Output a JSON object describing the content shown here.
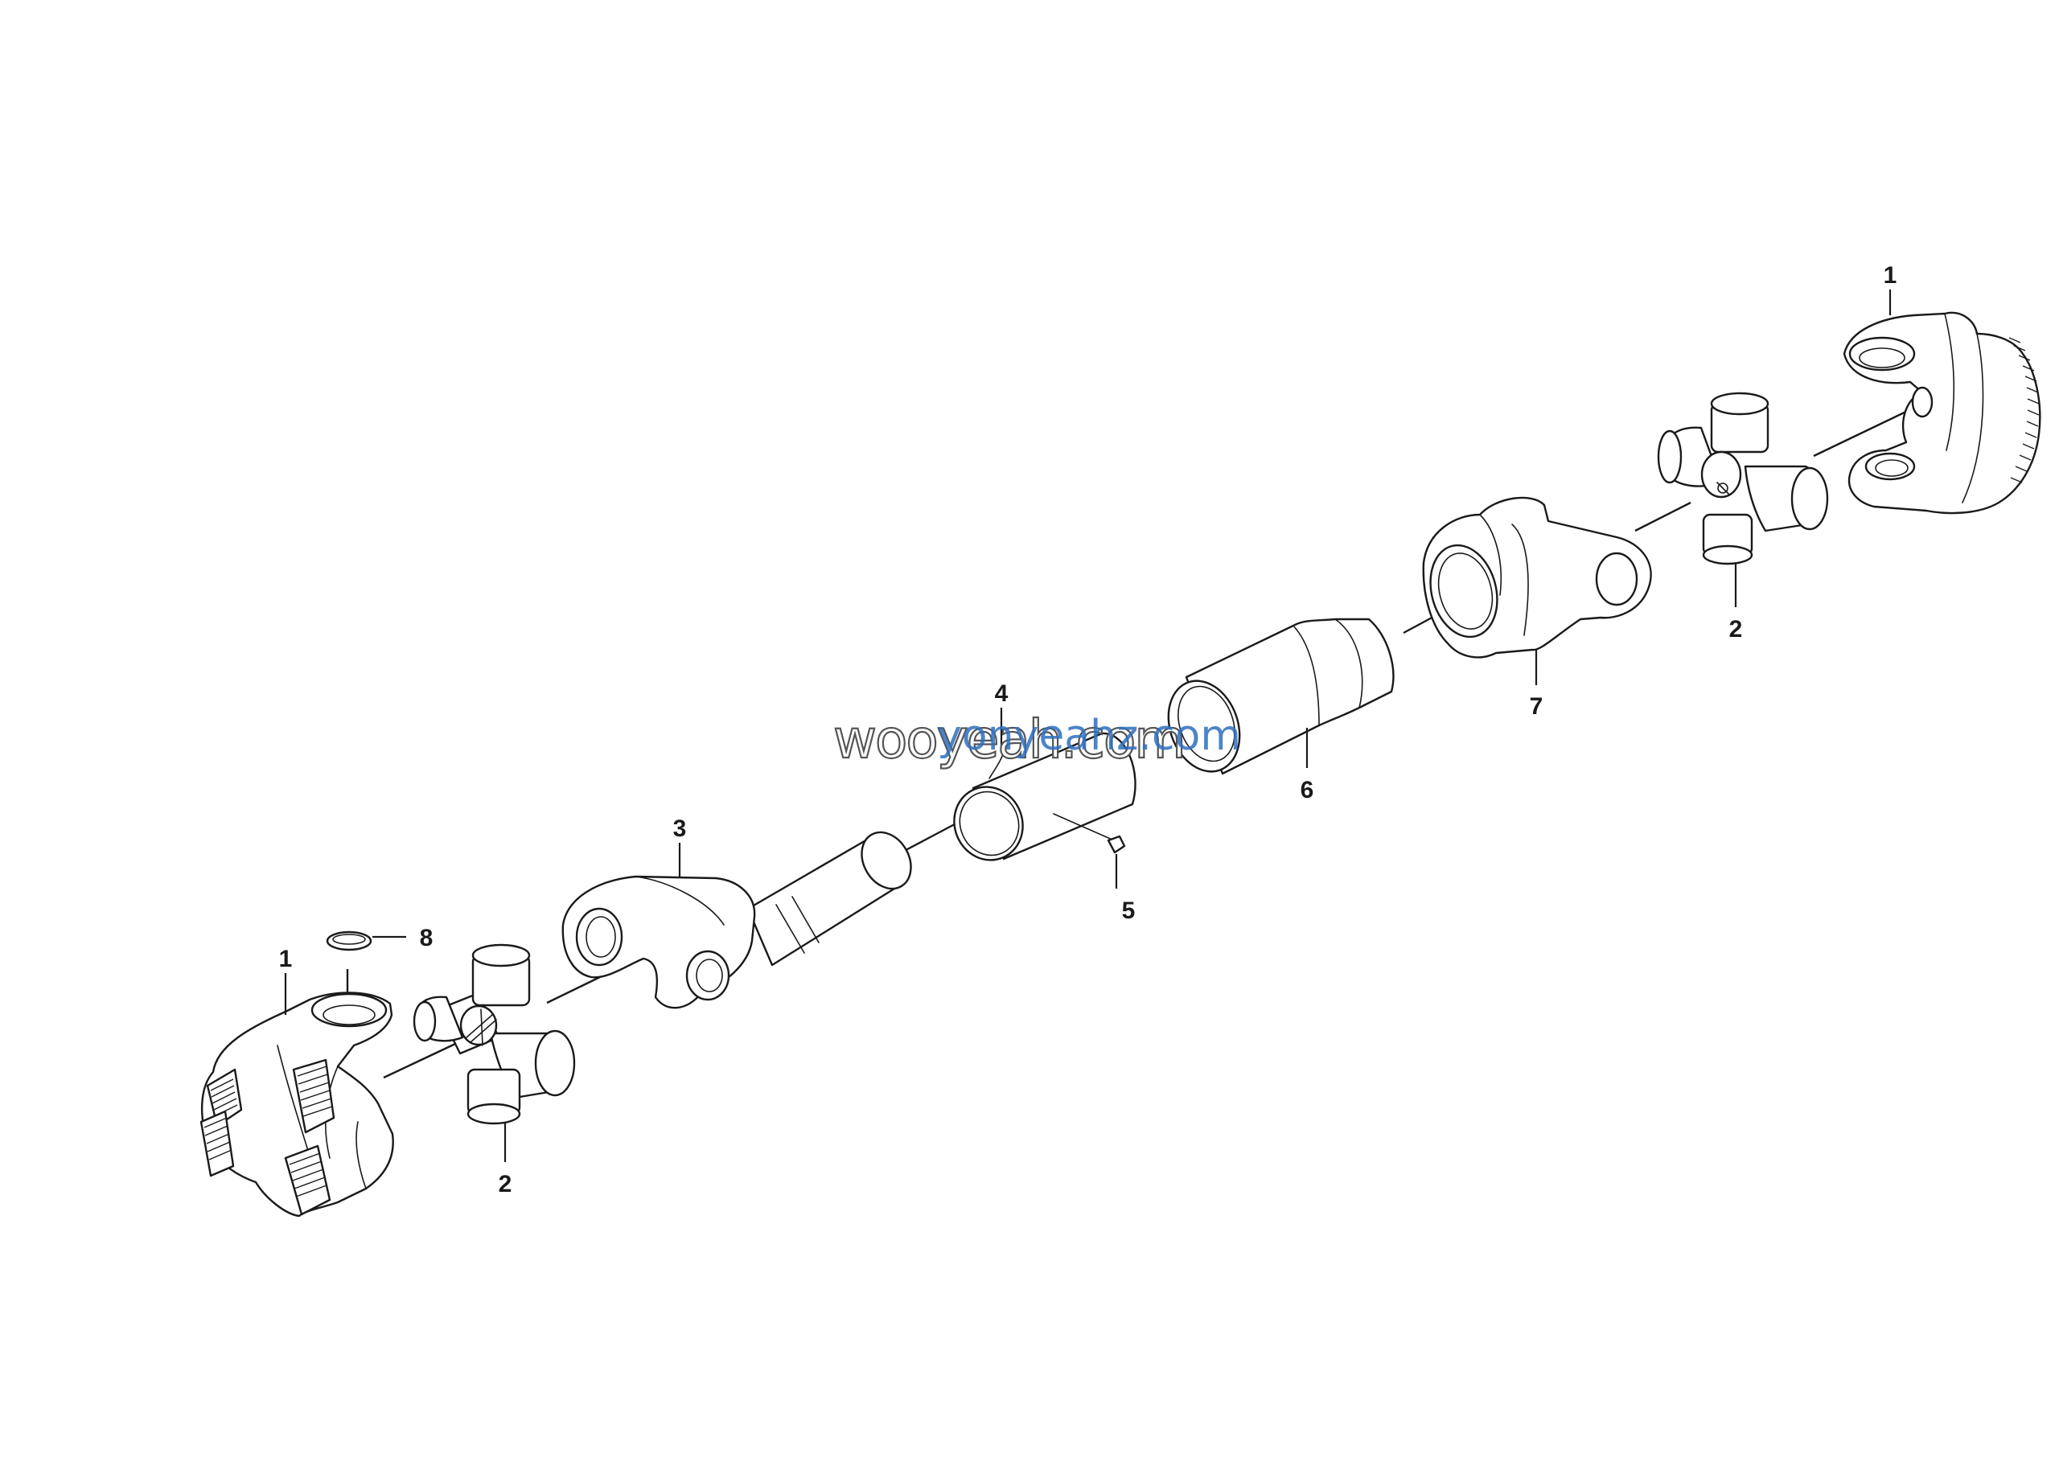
{
  "diagram": {
    "callouts": [
      {
        "id": "1-right",
        "label": "1"
      },
      {
        "id": "2-right",
        "label": "2"
      },
      {
        "id": "7",
        "label": "7"
      },
      {
        "id": "6",
        "label": "6"
      },
      {
        "id": "4",
        "label": "4"
      },
      {
        "id": "5",
        "label": "5"
      },
      {
        "id": "3",
        "label": "3"
      },
      {
        "id": "8",
        "label": "8"
      },
      {
        "id": "1-left",
        "label": "1"
      },
      {
        "id": "2-left",
        "label": "2"
      }
    ],
    "watermarks": {
      "primary": "wooyeah.com",
      "secondary": "yonyeahz.com"
    }
  }
}
